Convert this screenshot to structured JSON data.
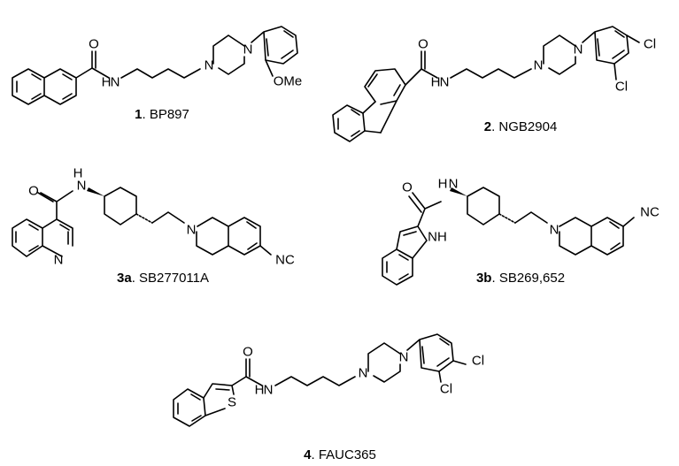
{
  "compounds": [
    {
      "number": "1",
      "name": "BP897",
      "atoms": {
        "o": "O",
        "nh": "N",
        "h": "H",
        "n1": "N",
        "n2": "N",
        "ome": "OMe"
      }
    },
    {
      "number": "2",
      "name": "NGB2904",
      "atoms": {
        "o": "O",
        "nh": "N",
        "h": "H",
        "n1": "N",
        "n2": "N",
        "cl1": "Cl",
        "cl2": "Cl"
      }
    },
    {
      "number": "3a",
      "name": "SB277011A",
      "atoms": {
        "o": "O",
        "nh": "H",
        "n_amide": "N",
        "n_ring": "N",
        "n_quin": "N",
        "nc": "NC"
      }
    },
    {
      "number": "3b",
      "name": "SB269,652",
      "atoms": {
        "o": "O",
        "h_amide": "H",
        "n_amide": "N",
        "n_indole": "NH",
        "n_ring": "N",
        "nc": "NC"
      }
    },
    {
      "number": "4",
      "name": "FAUC365",
      "atoms": {
        "o": "O",
        "nh": "N",
        "h": "H",
        "s": "S",
        "n1": "N",
        "n2": "N",
        "cl1": "Cl",
        "cl2": "Cl"
      }
    }
  ],
  "caption_separator": ". "
}
